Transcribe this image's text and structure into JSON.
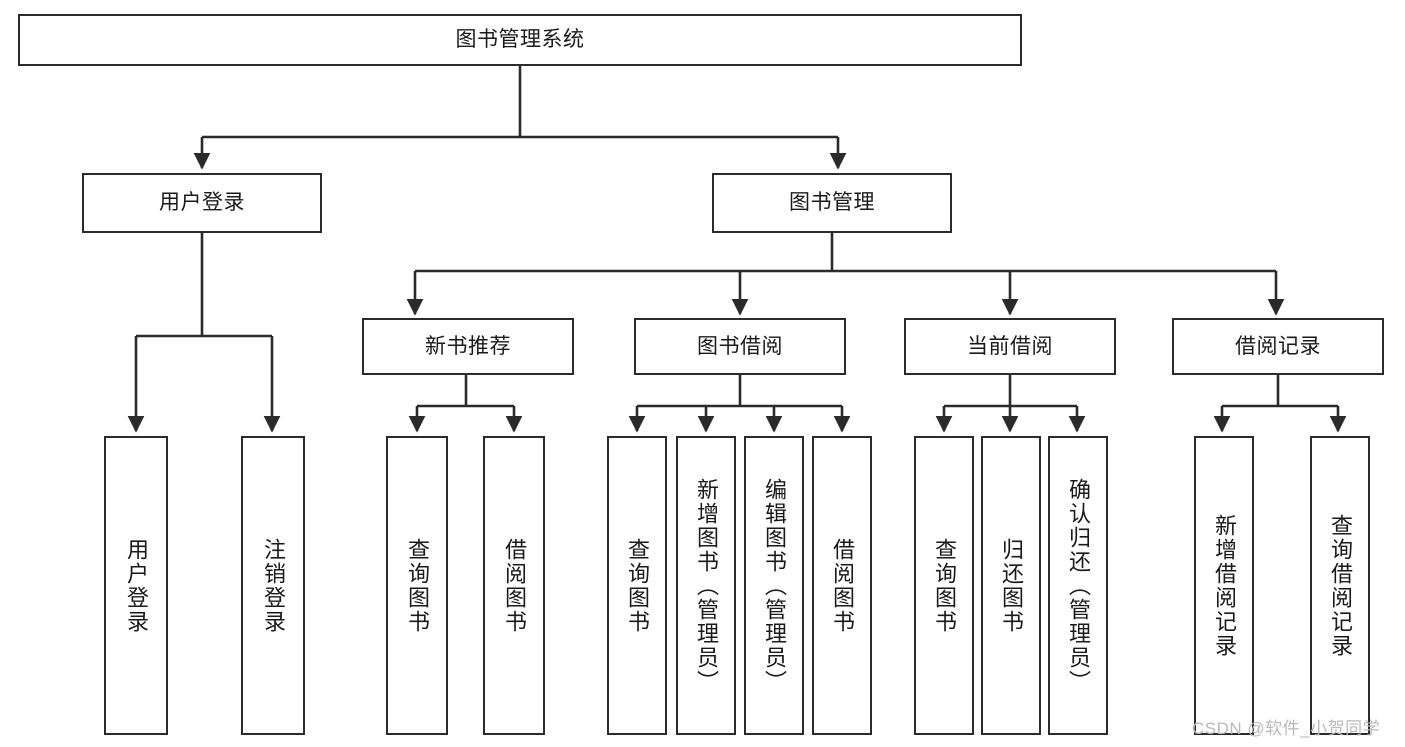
{
  "diagram": {
    "type": "tree-hierarchy",
    "title": "图书管理系统",
    "watermark": "CSDN @软件_小贺同学",
    "colors": {
      "box_border": "#2b2b2b",
      "box_fill": "#ffffff",
      "edge": "#2b2b2b",
      "text": "#1a1a1a",
      "watermark": "#b9b9b9",
      "background": "#ffffff"
    },
    "nodes": {
      "root": {
        "label": "图书管理系统",
        "level": 0
      },
      "user_login": {
        "label": "用户登录",
        "level": 1
      },
      "book_manage": {
        "label": "图书管理",
        "level": 1
      },
      "new_book_rec": {
        "label": "新书推荐",
        "level": 2
      },
      "book_borrow": {
        "label": "图书借阅",
        "level": 2
      },
      "current_borrow": {
        "label": "当前借阅",
        "level": 2
      },
      "borrow_record": {
        "label": "借阅记录",
        "level": 2
      },
      "leaf_user_login": {
        "label": "用户登录",
        "level": 2
      },
      "leaf_logout": {
        "label": "注销登录",
        "level": 2
      },
      "leaf_query_book_a": {
        "label": "查询图书",
        "level": 3
      },
      "leaf_borrow_book_a": {
        "label": "借阅图书",
        "level": 3
      },
      "leaf_query_book_b": {
        "label": "查询图书",
        "level": 3
      },
      "leaf_add_book": {
        "label": "新增图书（管理员）",
        "level": 3
      },
      "leaf_edit_book": {
        "label": "编辑图书（管理员）",
        "level": 3
      },
      "leaf_borrow_book_b": {
        "label": "借阅图书",
        "level": 3
      },
      "leaf_query_book_c": {
        "label": "查询图书",
        "level": 3
      },
      "leaf_return_book": {
        "label": "归还图书",
        "level": 3
      },
      "leaf_confirm_return": {
        "label": "确认归还（管理员）",
        "level": 3
      },
      "leaf_add_record": {
        "label": "新增借阅记录",
        "level": 3
      },
      "leaf_query_record": {
        "label": "查询借阅记录",
        "level": 3
      }
    },
    "edges": [
      {
        "from": "root",
        "to": "user_login"
      },
      {
        "from": "root",
        "to": "book_manage"
      },
      {
        "from": "user_login",
        "to": "leaf_user_login"
      },
      {
        "from": "user_login",
        "to": "leaf_logout"
      },
      {
        "from": "book_manage",
        "to": "new_book_rec"
      },
      {
        "from": "book_manage",
        "to": "book_borrow"
      },
      {
        "from": "book_manage",
        "to": "current_borrow"
      },
      {
        "from": "book_manage",
        "to": "borrow_record"
      },
      {
        "from": "new_book_rec",
        "to": "leaf_query_book_a"
      },
      {
        "from": "new_book_rec",
        "to": "leaf_borrow_book_a"
      },
      {
        "from": "book_borrow",
        "to": "leaf_query_book_b"
      },
      {
        "from": "book_borrow",
        "to": "leaf_add_book"
      },
      {
        "from": "book_borrow",
        "to": "leaf_edit_book"
      },
      {
        "from": "book_borrow",
        "to": "leaf_borrow_book_b"
      },
      {
        "from": "current_borrow",
        "to": "leaf_query_book_c"
      },
      {
        "from": "current_borrow",
        "to": "leaf_return_book"
      },
      {
        "from": "current_borrow",
        "to": "leaf_confirm_return"
      },
      {
        "from": "borrow_record",
        "to": "leaf_add_record"
      },
      {
        "from": "borrow_record",
        "to": "leaf_query_record"
      }
    ]
  }
}
